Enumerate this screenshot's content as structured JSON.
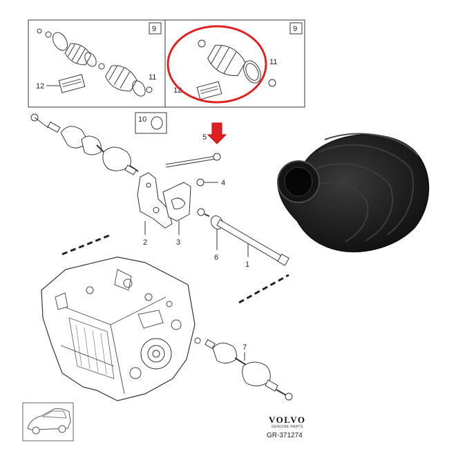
{
  "callouts": {
    "box_left_tag": "9",
    "box_right_tag": "9",
    "box_left_11": "11",
    "box_left_12": "12",
    "box_right_11": "11",
    "box_right_12": "12",
    "box_10_tag": "10",
    "p1": "1",
    "p2": "2",
    "p3": "3",
    "p4": "4",
    "p5": "5",
    "p6": "6",
    "p7": "7"
  },
  "brand": {
    "name": "VOLVO",
    "sub": "GENUINE PARTS"
  },
  "diagram_code": "GR-371274",
  "colors": {
    "highlight": "#e02020",
    "boot": "#1c1c1c",
    "line": "#333333"
  }
}
